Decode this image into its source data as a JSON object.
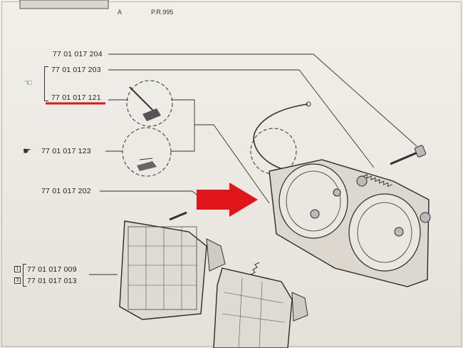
{
  "header": {
    "left": "A",
    "right": "P.R.995"
  },
  "parts": {
    "p204": "77 01 017 204",
    "p203": "77 01 017 203",
    "p121": "77 01 017 121",
    "p123": "77 01 017 123",
    "p202": "77 01 017 202",
    "p009": "77 01 017 009",
    "p013": "77 01 017 013"
  },
  "variants": {
    "v1": "1",
    "v2": "3"
  },
  "icons": {
    "pointer": "pointing-hand-icon",
    "arrow": "red-arrow-icon"
  },
  "colors": {
    "highlight": "#e0161b",
    "ink": "#2a2a2a",
    "paper": "#ece9e3"
  }
}
